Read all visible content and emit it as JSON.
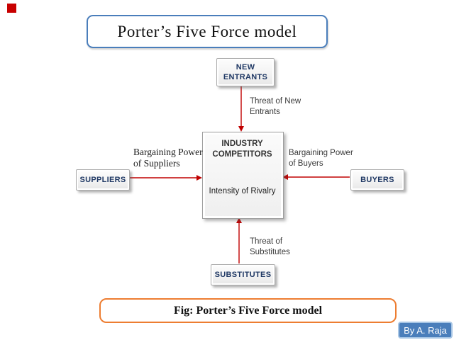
{
  "title": {
    "text": "Porter’s Five Force model"
  },
  "caption": {
    "text": "Fig: Porter’s Five Force model"
  },
  "credit": {
    "text": "By A. Raja"
  },
  "colors": {
    "title_border_blue": "#4a7ebb",
    "caption_border_orange": "#ed7d31",
    "arrow_red": "#c00000",
    "node_text_navy": "#1f3864",
    "badge_blue": "#4a7ebb",
    "decor_red_square": "#c80000"
  },
  "center_node": {
    "title": "INDUSTRY COMPETITORS",
    "subtitle": "Intensity of Rivalry",
    "icon": "circular-rivalry-arrow"
  },
  "nodes": [
    {
      "id": "new-entrants",
      "label": "NEW ENTRANTS"
    },
    {
      "id": "suppliers",
      "label": "SUPPLIERS"
    },
    {
      "id": "buyers",
      "label": "BUYERS"
    },
    {
      "id": "substitutes",
      "label": "SUBSTITUTES"
    }
  ],
  "edge_labels": [
    {
      "id": "threat-of-new-entrants",
      "text": "Threat of New Entrants"
    },
    {
      "id": "bargaining-power-of-suppliers",
      "text": "Bargaining Power of Suppliers"
    },
    {
      "id": "bargaining-power-of-buyers",
      "text": "Bargaining Power of Buyers"
    },
    {
      "id": "threat-of-substitutes",
      "text": "Threat of Substitutes"
    }
  ]
}
